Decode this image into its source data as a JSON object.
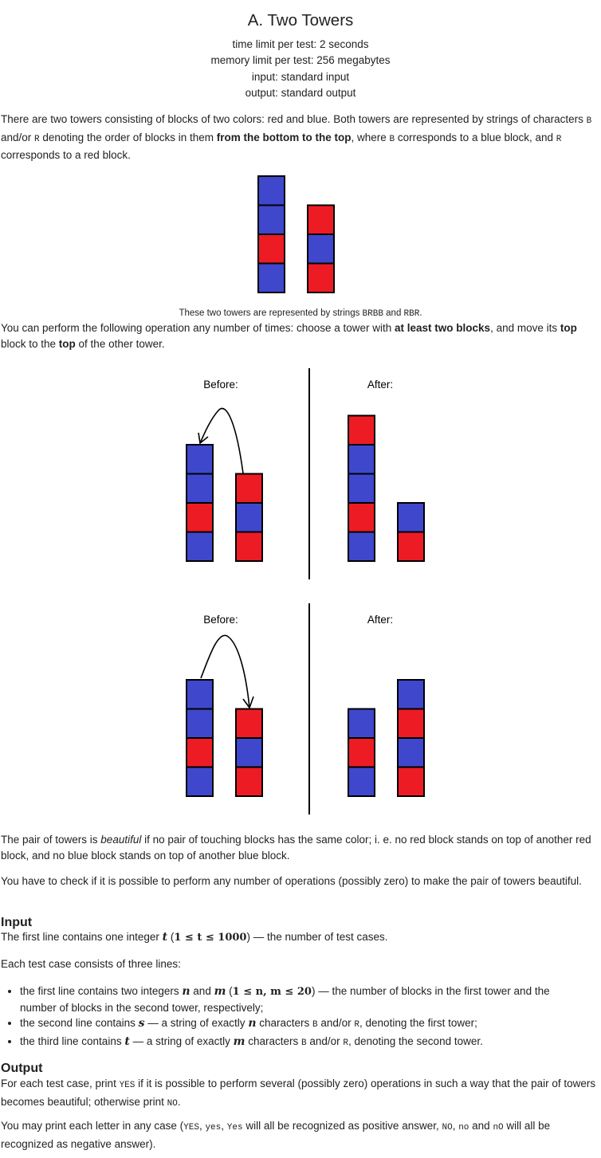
{
  "problem": {
    "title": "A. Two Towers",
    "time_limit": "time limit per test: 2 seconds",
    "memory_limit": "memory limit per test: 256 megabytes",
    "input": "input: standard input",
    "output": "output: standard output"
  },
  "statement": {
    "p1": {
      "a": "There are two towers consisting of blocks of two colors: red and blue. Both towers are represented by strings of characters ",
      "b_code": "B",
      "c": " and/or ",
      "r_code": "R",
      "d": " denoting the order of blocks in them ",
      "bold": "from the bottom to the top",
      "e": ", where ",
      "b_code2": "B",
      "f": " corresponds to a blue block, and ",
      "r_code2": "R",
      "g": " corresponds to a red block."
    },
    "caption": {
      "a": "These two towers are represented by strings ",
      "s1": "BRBB",
      "b": " and ",
      "s2": "RBR",
      "c": "."
    },
    "p2": {
      "a": "You can perform the following operation any number of times: choose a tower with ",
      "bold1": "at least two blocks",
      "b": ", and move its ",
      "bold2": "top",
      "c": " block to the ",
      "bold3": "top",
      "d": " of the other tower."
    },
    "p3": {
      "a": "The pair of towers is ",
      "em": "beautiful",
      "b": " if no pair of touching blocks has the same color; i. e. no red block stands on top of another red block, and no blue block stands on top of another blue block."
    },
    "p4": "You have to check if it is possible to perform any number of operations (possibly zero) to make the pair of towers beautiful."
  },
  "figures": {
    "before_label": "Before:",
    "after_label": "After:",
    "colors": {
      "blue": "#3f48cc",
      "red": "#ed1c24",
      "border": "#000000"
    },
    "example": {
      "tower1": "BRBB",
      "tower2": "RBR"
    },
    "diagram1": {
      "before": [
        "BRBB",
        "RBR"
      ],
      "after": [
        "BRBBR",
        "RB"
      ]
    },
    "diagram2": {
      "before": [
        "BRBB",
        "RBR"
      ],
      "after": [
        "BRB",
        "RBRB"
      ]
    }
  },
  "input": {
    "heading": "Input",
    "line1": {
      "a": "The first line contains one integer ",
      "var": "t",
      "b": " (",
      "cond": "1 ≤ t ≤ 1000",
      "c": ") — the number of test cases."
    },
    "line2": "Each test case consists of three lines:",
    "items": [
      {
        "a": "the first line contains two integers ",
        "v1": "n",
        "b": " and ",
        "v2": "m",
        "c": " (",
        "cond": "1 ≤ n, m ≤ 20",
        "d": ") — the number of blocks in the first tower and the number of blocks in the second tower, respectively;"
      },
      {
        "a": "the second line contains ",
        "v1": "s",
        "b": " — a string of exactly ",
        "v2": "n",
        "c": " characters ",
        "code1": "B",
        "d": " and/or ",
        "code2": "R",
        "e": ", denoting the first tower;"
      },
      {
        "a": "the third line contains ",
        "v1": "t",
        "b": " — a string of exactly ",
        "v2": "m",
        "c": " characters ",
        "code1": "B",
        "d": " and/or ",
        "code2": "R",
        "e": ", denoting the second tower."
      }
    ]
  },
  "output": {
    "heading": "Output",
    "p1": {
      "a": "For each test case, print ",
      "yes": "YES",
      "b": " if it is possible to perform several (possibly zero) operations in such a way that the pair of towers becomes beautiful; otherwise print ",
      "no": "NO",
      "c": "."
    },
    "p2": {
      "a": "You may print each letter in any case (",
      "y1": "YES",
      "s1": ", ",
      "y2": "yes",
      "s2": ", ",
      "y3": "Yes",
      "b": " will all be recognized as positive answer, ",
      "n1": "NO",
      "s3": ", ",
      "n2": "no",
      "c": " and ",
      "n3": "nO",
      "d": " will all be recognized as negative answer)."
    }
  }
}
